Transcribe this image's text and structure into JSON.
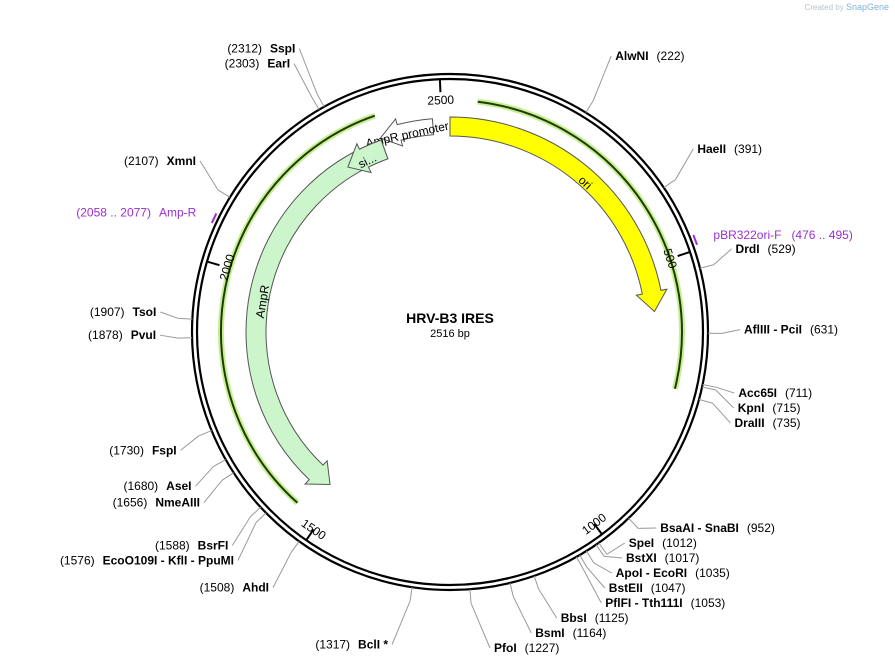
{
  "credit": {
    "prefix": "Created by",
    "brand": "SnapGene"
  },
  "plasmid": {
    "name": "HRV-B3 IRES",
    "length_label": "2516 bp",
    "length": 2516
  },
  "ticks": [
    {
      "bp": 500,
      "label": "500"
    },
    {
      "bp": 1000,
      "label": "1000"
    },
    {
      "bp": 1500,
      "label": "1500"
    },
    {
      "bp": 2000,
      "label": "2000"
    },
    {
      "bp": 2500,
      "label": "2500"
    }
  ],
  "sites": [
    {
      "enz": "AlwNI",
      "pos": "(222)",
      "bp": 222,
      "side": "right"
    },
    {
      "enz": "HaeII",
      "pos": "(391)",
      "bp": 391,
      "side": "right"
    },
    {
      "enz": "DrdI",
      "pos": "(529)",
      "bp": 529,
      "side": "right"
    },
    {
      "enz": "AflIII  -  PciI",
      "pos": "(631)",
      "bp": 631,
      "side": "right"
    },
    {
      "enz": "Acc65I",
      "pos": "(711)",
      "bp": 711,
      "side": "right"
    },
    {
      "enz": "KpnI",
      "pos": "(715)",
      "bp": 715,
      "side": "right"
    },
    {
      "enz": "DraIII",
      "pos": "(735)",
      "bp": 735,
      "side": "right"
    },
    {
      "enz": "BsaAI  -  SnaBI",
      "pos": "(952)",
      "bp": 952,
      "side": "right"
    },
    {
      "enz": "SpeI",
      "pos": "(1012)",
      "bp": 1012,
      "side": "right"
    },
    {
      "enz": "BstXI",
      "pos": "(1017)",
      "bp": 1017,
      "side": "right"
    },
    {
      "enz": "ApoI  -  EcoRI",
      "pos": "(1035)",
      "bp": 1035,
      "side": "right"
    },
    {
      "enz": "BstEII",
      "pos": "(1047)",
      "bp": 1047,
      "side": "right"
    },
    {
      "enz": "PflFI  -  Tth111I",
      "pos": "(1053)",
      "bp": 1053,
      "side": "right"
    },
    {
      "enz": "BbsI",
      "pos": "(1125)",
      "bp": 1125,
      "side": "right"
    },
    {
      "enz": "BsmI",
      "pos": "(1164)",
      "bp": 1164,
      "side": "right"
    },
    {
      "enz": "PfoI",
      "pos": "(1227)",
      "bp": 1227,
      "side": "right"
    },
    {
      "enz": "BclI *",
      "pos": "(1317)",
      "bp": 1317,
      "side": "left"
    },
    {
      "enz": "AhdI",
      "pos": "(1508)",
      "bp": 1508,
      "side": "left"
    },
    {
      "enz": "EcoO109I  -  KflI  -  PpuMI",
      "pos": "(1576)",
      "bp": 1576,
      "side": "left"
    },
    {
      "enz": "BsrFI",
      "pos": "(1588)",
      "bp": 1588,
      "side": "left"
    },
    {
      "enz": "NmeAIII",
      "pos": "(1656)",
      "bp": 1656,
      "side": "left"
    },
    {
      "enz": "AseI",
      "pos": "(1680)",
      "bp": 1680,
      "side": "left"
    },
    {
      "enz": "FspI",
      "pos": "(1730)",
      "bp": 1730,
      "side": "left"
    },
    {
      "enz": "PvuI",
      "pos": "(1878)",
      "bp": 1878,
      "side": "left"
    },
    {
      "enz": "TsoI",
      "pos": "(1907)",
      "bp": 1907,
      "side": "left"
    },
    {
      "enz": "XmnI",
      "pos": "(2107)",
      "bp": 2107,
      "side": "left"
    },
    {
      "enz": "EarI",
      "pos": "(2303)",
      "bp": 2303,
      "side": "left"
    },
    {
      "enz": "SspI",
      "pos": "(2312)",
      "bp": 2312,
      "side": "left"
    }
  ],
  "primers": [
    {
      "name": "pBR322ori-F",
      "range": "(476 .. 495)",
      "bp": 485,
      "side": "right"
    },
    {
      "name": "Amp-R",
      "range": "(2058 .. 2077)",
      "bp": 2067,
      "side": "left"
    }
  ],
  "features": [
    {
      "name": "ori",
      "start": 0,
      "end": 589,
      "color": "#ffff00",
      "direction": "cw",
      "label": "ori"
    },
    {
      "name": "AmpR",
      "start": 1525,
      "end": 2378,
      "color": "#ccf5cc",
      "direction": "ccw",
      "label": "AmpR"
    },
    {
      "name": "AmpR promoter",
      "start": 2378,
      "end": 2483,
      "color": "#ffffff",
      "direction": "ccw",
      "label": "AmpR promoter"
    },
    {
      "name": "signal sequence",
      "start": 2294,
      "end": 2378,
      "color": "#ccf5cc",
      "direction": "ccw",
      "label": "si..."
    }
  ],
  "highlights": [
    {
      "start": 48,
      "end": 728,
      "radius": "outer"
    },
    {
      "start": 1550,
      "end": 2382,
      "radius": "inner"
    }
  ]
}
